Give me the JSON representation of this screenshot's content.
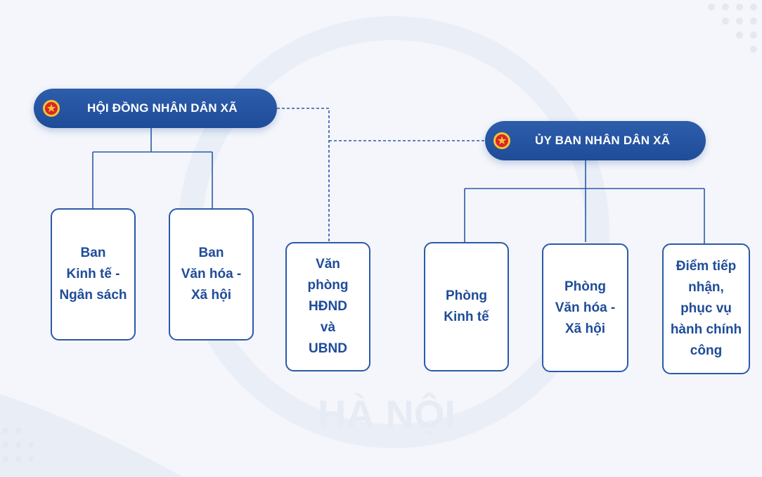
{
  "colors": {
    "primary": "#1f4c99",
    "box_border": "#2b5aa8",
    "background": "#f4f6fb",
    "emblem_red": "#d8262c",
    "emblem_gold": "#f4c430"
  },
  "watermark_text": "HÀ NỘI",
  "council": {
    "label": "HỘI ĐỒNG NHÂN DÂN XÃ",
    "icon": "national-emblem-icon",
    "units": [
      {
        "label": "Ban\nKinh tế -\nNgân sách"
      },
      {
        "label": "Ban\nVăn hóa -\nXã hội"
      }
    ]
  },
  "shared_office": {
    "label": "Văn\nphòng\nHĐND\nvà\nUBND"
  },
  "committee": {
    "label": "ỦY BAN NHÂN DÂN XÃ",
    "icon": "national-emblem-icon",
    "units": [
      {
        "label": "Phòng\nKinh tế"
      },
      {
        "label": "Phòng\nVăn hóa -\nXã hội"
      },
      {
        "label": "Điểm tiếp\nnhận,\nphục vụ\nhành chính\ncông"
      }
    ]
  }
}
